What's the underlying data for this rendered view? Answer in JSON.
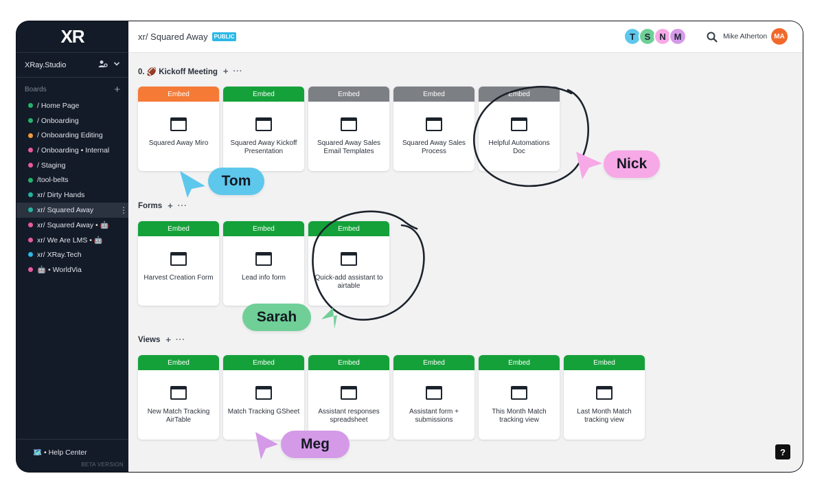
{
  "sidebar": {
    "logo": "XR",
    "workspace": "XRay.Studio",
    "boards_label": "Boards",
    "boards": [
      {
        "label": "/ Home Page",
        "color": "#24b36b"
      },
      {
        "label": "/ Onboarding",
        "color": "#24b36b"
      },
      {
        "label": "/ Onboarding Editing",
        "color": "#f29a38"
      },
      {
        "label": "/ Onboarding • Internal",
        "color": "#e85aa0"
      },
      {
        "label": "/ Staging",
        "color": "#e85aa0"
      },
      {
        "label": "/tool-belts",
        "color": "#24b36b"
      },
      {
        "label": "xr/ Dirty Hands",
        "color": "#24b3a0"
      },
      {
        "label": "xr/ Squared Away",
        "color": "#24b3a0"
      },
      {
        "label": "xr/ Squared Away • 🤖",
        "color": "#e85aa0"
      },
      {
        "label": "xr/ We Are LMS • 🤖",
        "color": "#e85aa0"
      },
      {
        "label": "xr/ XRay.Tech",
        "color": "#2bb8e6"
      },
      {
        "label": "🤖 • WorldVia",
        "color": "#e85aa0"
      }
    ],
    "help": "🗺️ • Help Center",
    "beta": "BETA VERSION"
  },
  "header": {
    "title": "xr/ Squared Away",
    "badge": "PUBLIC",
    "avatars": [
      {
        "letter": "T",
        "color": "#5ec7ec"
      },
      {
        "letter": "S",
        "color": "#6fcf97"
      },
      {
        "letter": "N",
        "color": "#f7a8e6"
      },
      {
        "letter": "M",
        "color": "#d49ae8"
      }
    ],
    "user": "Mike Atherton",
    "user_initials": "MA"
  },
  "sections": [
    {
      "title": "0. 🏈 Kickoff Meeting",
      "cards": [
        {
          "header": "Embed",
          "color": "orange",
          "title": "Squared Away Miro"
        },
        {
          "header": "Embed",
          "color": "green",
          "title": "Squared Away Kickoff Presentation"
        },
        {
          "header": "Embed",
          "color": "grey",
          "title": "Squared Away Sales Email Templates"
        },
        {
          "header": "Embed",
          "color": "grey",
          "title": "Squared Away Sales Process"
        },
        {
          "header": "Embed",
          "color": "grey",
          "title": "Helpful Automations Doc"
        }
      ]
    },
    {
      "title": "Forms",
      "cards": [
        {
          "header": "Embed",
          "color": "green",
          "title": "Harvest Creation Form"
        },
        {
          "header": "Embed",
          "color": "green",
          "title": "Lead info form"
        },
        {
          "header": "Embed",
          "color": "green",
          "title": "Quick-add assistant to airtable"
        }
      ]
    },
    {
      "title": "Views",
      "cards": [
        {
          "header": "Embed",
          "color": "green",
          "title": "New Match Tracking AirTable"
        },
        {
          "header": "Embed",
          "color": "green",
          "title": "Match Tracking GSheet"
        },
        {
          "header": "Embed",
          "color": "green",
          "title": "Assistant responses spreadsheet"
        },
        {
          "header": "Embed",
          "color": "green",
          "title": "Assistant form + submissions"
        },
        {
          "header": "Embed",
          "color": "green",
          "title": "This Month Match tracking view"
        },
        {
          "header": "Embed",
          "color": "green",
          "title": "Last Month Match tracking view"
        }
      ]
    }
  ],
  "cursors": [
    {
      "name": "Tom",
      "color": "#5ec7ec"
    },
    {
      "name": "Nick",
      "color": "#f7a8e6"
    },
    {
      "name": "Sarah",
      "color": "#6fcf97"
    },
    {
      "name": "Meg",
      "color": "#d49ae8"
    }
  ],
  "help_button": "?"
}
